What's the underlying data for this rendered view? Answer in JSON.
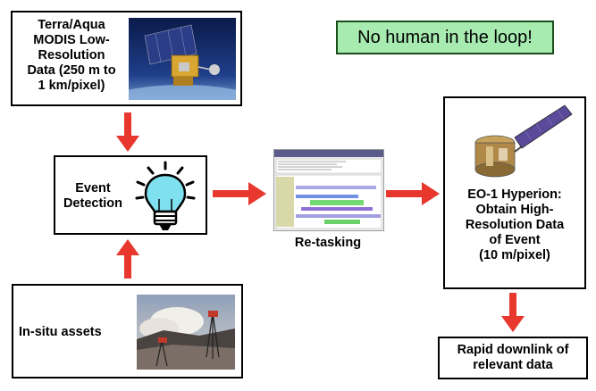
{
  "banner": "No human in the loop!",
  "nodes": {
    "modis": {
      "lines": [
        "Terra/Aqua",
        "MODIS Low-",
        "Resolution",
        "Data (250 m to",
        "1 km/pixel)"
      ],
      "image_icon": "satellite-icon"
    },
    "event": {
      "lines": [
        "Event",
        "Detection"
      ],
      "image_icon": "lightbulb-icon"
    },
    "insitu": {
      "label": "In-situ assets",
      "image_icon": "volcano-sensor-photo"
    },
    "retasking": {
      "label": "Re-tasking",
      "image_icon": "software-screenshot"
    },
    "eo1": {
      "lines": [
        "EO-1 Hyperion:",
        "Obtain High-",
        "Resolution Data",
        "of Event",
        "(10 m/pixel)"
      ],
      "image_icon": "eo1-satellite-icon"
    },
    "downlink": {
      "lines": [
        "Rapid downlink of",
        "relevant data"
      ]
    }
  },
  "colors": {
    "arrow": "#e8372c",
    "banner_bg": "#a7ebb0",
    "border": "#000000"
  }
}
